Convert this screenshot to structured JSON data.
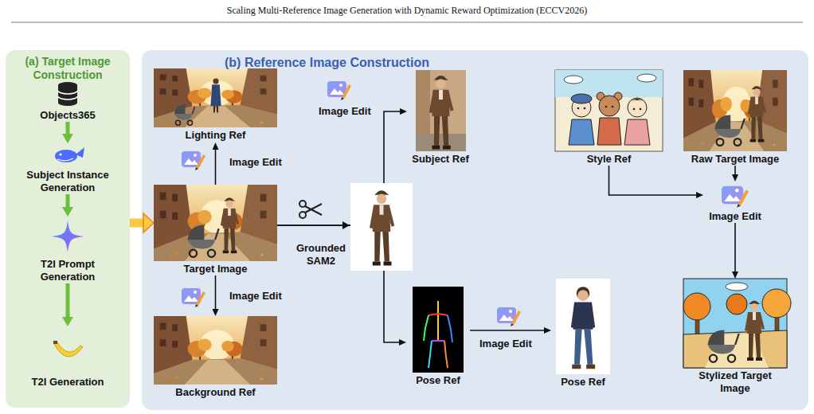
{
  "diagram": {
    "nodes": [
      {
        "text": [
          "(a) Target Image Construction"
        ]
      },
      {
        "text": [
          "Objects365"
        ],
        "in": 0
      },
      {
        "text": [
          "Subject Instance Generation"
        ],
        "in": 0
      },
      {
        "text": [
          "T2I Prompt Generation"
        ],
        "in": 0
      },
      {
        "text": [
          "T2I Generation"
        ],
        "in": 0
      },
      {
        "text": [
          "(b) Reference Image Construction"
        ]
      },
      {
        "text": [
          "Lighting Ref"
        ],
        "in": 5
      },
      {
        "text": [
          "Target Image"
        ],
        "in": 5
      },
      {
        "text": [
          "Background Ref"
        ],
        "in": 5
      },
      {
        "text": [
          "Subject Ref"
        ],
        "in": 5
      },
      {
        "text": [
          "Style Ref"
        ],
        "in": 5
      },
      {
        "text": [
          "Raw Target Image"
        ],
        "in": 5
      },
      {
        "text": [
          "Image Edit"
        ],
        "in": 5
      },
      {
        "text": [
          "Pose Ref"
        ],
        "in": 5
      },
      {
        "text": [
          "Pose Ref"
        ],
        "in": 5
      },
      {
        "text": [
          "Stylized Target Image"
        ],
        "in": 5
      }
    ],
    "edges": [
      {
        "from": 1,
        "to": 2,
        "arrow": "to"
      },
      {
        "from": 2,
        "to": 3,
        "arrow": "to"
      },
      {
        "from": 3,
        "to": 4,
        "arrow": "to"
      },
      {
        "from": 0,
        "to": 7,
        "arrow": "to"
      },
      {
        "from": 7,
        "to": 6,
        "label": "Image Edit",
        "arrow": "to"
      },
      {
        "from": 7,
        "to": 8,
        "label": "Image Edit",
        "arrow": "to"
      },
      {
        "from": 7,
        "to": 9,
        "label": "Image Edit",
        "arrow": "to"
      },
      {
        "from": 7,
        "to": 13,
        "arrow": "to"
      },
      {
        "from": 13,
        "to": 14,
        "label": "Image Edit",
        "arrow": "to"
      },
      {
        "from": 10,
        "to": 12,
        "arrow": "to"
      },
      {
        "from": 11,
        "to": 12,
        "arrow": "to"
      },
      {
        "from": 12,
        "to": 15,
        "arrow": "to"
      }
    ],
    "labels": [
      "Scaling Multi-Reference Image Generation with Dynamic Reward Optimization (ECCV2026)",
      "Grounded SAM2"
    ]
  }
}
